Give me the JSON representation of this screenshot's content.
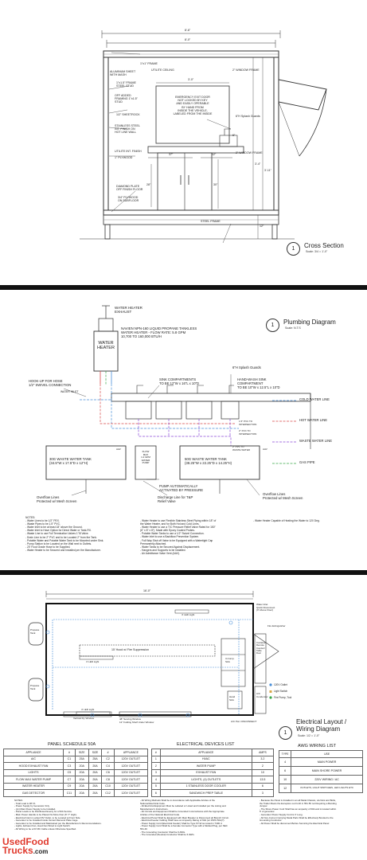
{
  "cross_section": {
    "title": "Cross Section",
    "number": "1",
    "scale": "Scale: 3/4 = 1'-0\"",
    "dims": {
      "overall": "8'-6\"",
      "inner": "8'-0\"",
      "interior": "3'-0\"",
      "d37": "37\"",
      "d12": "12\"",
      "d6": "6\"",
      "d28": "28\"",
      "d30": "30\"",
      "d34a": "3'-4\"",
      "d311": "3'-11\"",
      "d12b": "12\""
    },
    "labels": {
      "aluminum": "ALUMINUM SHEET\nWITH MASH",
      "frame1": "1\"x1\" FRAME",
      "ceiling": "UTILITE CEILING",
      "window1": "2\" WINDOW FRAME",
      "frame2": "1\"x1.5\" FRAME\nSTEEL STUD",
      "framing": "OFF ADDED\nFRAMING 1\"x1.5\"\nSTUD",
      "sheetrock": "1/2\" SHEETROCK",
      "stainless": "STAINLESS STEEL\nINT. FINISH ON\nHOT LINE WALL",
      "splash": "6\"H Splash Guards",
      "emergency": "EMERGENCY EXIT DOOR\nNOT LOCKED BY KEY\nAND EASILY OPERABLE\nBY HAND FROM\nINSIDE THE VEHICLE,\nLABELED FROM THE INSIDE",
      "utilite": "UTILITE INT. FINISH",
      "plywood": "1\" PLYWOOD",
      "window2": "2\" WINDOW FRAME",
      "diamond": "DIAMOND PLATE\nOFF FINISH FLOOR",
      "subfloor": "3/4\" PLYWOOD\nON SUBFLOOR",
      "steel": "STEEL FRAME"
    }
  },
  "plumbing": {
    "title": "Plumbing Diagram",
    "number": "1",
    "scale": "Scale: N.T.S",
    "heater_exhaust": "WATER HEATER\nEXHAUST",
    "heater_label": "WATER\nHEATER",
    "navien": "NAVIEN NPN-160 LIQUID PROPANE TANKLESS\nWATER HEATER - FLOW RATE: 5.8 GPM\n10,700 TO 160,000 BTU/H",
    "splash": "6\"H Splash Guards",
    "sink_comp": "SINK COMPARTMENTS\nTO BE 12\"W x 16\"L x 10\"D",
    "handwash": "HAND-WASH SINK\nCOMPARTMENT\nTO BE 10\"W x 12.5\"L x 10\"D",
    "hookup": "HOOK-UP FOR HOSE\n1/2\" SWIVEL CONNECTION",
    "water_inlet": "WATER INLET",
    "legend": [
      {
        "label": "COLD WATER LINE",
        "color": "#4a8fd8"
      },
      {
        "label": "HOT WATER LINE",
        "color": "#d84a4a"
      },
      {
        "label": "WASTE WATER LINE",
        "color": "#8a4ad8"
      },
      {
        "label": "GAS PIPE",
        "color": "#3aa84a"
      }
    ],
    "pvc1": "1.5\" PVC TO\nINTERSECTION",
    "pvc2": "2\" PVC TO\nINTERSECTION",
    "pvc3": "2\" PVC TO\nWASTE WATER",
    "waste30": "30G WASTE WATER TANK\n(34.5\"W x 17.5\"D x 12\"H)",
    "fresh": "FLOW\nMAX\n1.2 GPM\nWATER\nPUMP",
    "waste50": "50G WASTE WATER TANK\n(38.25\"W x 22.25\"D x 14.25\"H)",
    "pump": "PUMP AUTOMATICALLY\nACTIVATED BY PRESSURE",
    "discharge": "Discharge Line for T&P\nRelief Valve",
    "overflow_l": "Overflow Lines\nProtected w/ Mesh Screen",
    "overflow_r": "Overflow Lines\nProtected w/ Mesh Screen",
    "aav": "AAV",
    "notes_title": "NOTES:",
    "notes_col1": [
      "- Water Lines to be 1/2\" PEX.",
      "- Waste Pipes to be 1.5\" PVC.",
      "- Water Inlet to be at least 18\" above the Ground.",
      "- Water Inlet to Have Option for Direct Water or Tank-Fill.",
      "- Waste Line to use Full Termination Valves 1\"/8 Valve.",
      "- Drain Line to be 2\" PVC and to be Located 2\" from the Tank.",
      "- Potable Water and Potable Water Tank to be Mounted under Sink.",
      "- Pump Station to be Located on the Wall next to Outlets.",
      "- 20' Food Grade Hose to be Supplied.",
      "- Water Heater to be Secured and Installed per the Manufacturer."
    ],
    "notes_col2": [
      "- Water Heater to use Flexible Stainless Steel Piping within 18\" of",
      "  the Water Heater, and for Both Hot and Cold Lines.",
      "- Water Heater to use a T/C Pressure Relief Valve Rated for 150\"",
      "  (6\" x 8\" x 8\"). Made with Epoxy Coated Probes.",
      "- Potable Water Tanks to use a 1/2\" Swivel Connection.",
      "- Water Inlet to use a Backflow Prevention System.",
      "- Full Way Shut off Valve to be Equipped with a Watertight Cap",
      "  Permanently Attached.",
      "- Water Tanks to be Secured Against Displacement.",
      "- Hangers and Supports to be Installed.",
      "- Air Admittance Valve Vent (AAV)."
    ],
    "notes_col3": [
      "- Water Heater Capable of Heating the Water to 120 Deg."
    ]
  },
  "electrical": {
    "title": "Electrical Layout /\nWiring Diagram",
    "number": "1",
    "scale": "Scale: 1/2 = 1'-0\"",
    "dim_top": "16'-0\"",
    "hood": "15' Hood w/ Fire Suppression",
    "led1": "4' LED Light",
    "led2": "4' LED Light",
    "led3": "4' LED Light",
    "window": "Vertical Fly Window",
    "serving_window": "48\" Serving Window\n12\" Folding Shelf Under Window",
    "propane1": "Propane\nTank",
    "propane2": "Propane\nTank",
    "water_inlet": "Water Inlet\nQuick Disconnect\n(3' Above Floor)",
    "sink": "3-Comp.\nSink",
    "hand_sink": "Hand\nSink",
    "container": "Container\nRemote\nCounter/\nTable\nDoor",
    "fire_ext": "Fire Extinguisher",
    "ac": "A/C\nCondenser",
    "disconnect": "A/C Pwr. DISCONNECT",
    "legend_outlet": "120V Outlet",
    "legend_switch": "Light Switch",
    "legend_pump": "Fire Pump, Tool",
    "panel_title": "PANEL SCHEDULE 50A",
    "panel_headers": [
      "APPLIANCE",
      "#",
      "SIZE",
      "SIZE",
      "#",
      "APPLIANCE"
    ],
    "panel_rows": [
      [
        "A/C",
        "C1",
        "25A",
        "25A",
        "C2",
        "120V OUTLET"
      ],
      [
        "HOOD EXHAUST FAN",
        "C3",
        "20A",
        "20A",
        "C4",
        "120V OUTLET"
      ],
      [
        "LIGHTS",
        "C5",
        "20A",
        "20A",
        "C6",
        "120V OUTLET"
      ],
      [
        "FLOW MAX WATER PUMP",
        "C7",
        "20A",
        "20A",
        "C8",
        "120V OUTLET"
      ],
      [
        "WATER HEATER",
        "C9",
        "20A",
        "20A",
        "C10",
        "120V OUTLET"
      ],
      [
        "GAS DETECTOR",
        "C11",
        "20A",
        "20A",
        "C12",
        "120V OUTLET"
      ]
    ],
    "devices_title": "ELECTRICAL DEVICES LIST",
    "devices_headers": [
      "#",
      "APPLIANCE",
      "AMPS"
    ],
    "devices_rows": [
      [
        "1",
        "HVAC",
        "3.2"
      ],
      [
        "2",
        "WATER PUMP",
        "2"
      ],
      [
        "3",
        "EXHAUST FAN",
        "10"
      ],
      [
        "4",
        "LIGHTS, (4) OUTLETS",
        "13.5"
      ],
      [
        "5",
        "1 STAINLESS DOOR COOLER",
        "6"
      ],
      [
        "6",
        "SANDWICH PREP TABLE",
        "3"
      ]
    ],
    "awg_title": "AWG WIRING LIST",
    "awg_headers": [
      "TYPE",
      "USE"
    ],
    "awg_rows": [
      [
        "4",
        "MAIN POWER"
      ],
      [
        "6",
        "MAIN SHORE POWER"
      ],
      [
        "10",
        "220V WIRING / AC"
      ],
      [
        "12",
        "OUTLETS, LIGHT SWITCHES, LED LIGHTS ETC"
      ]
    ],
    "notes_title": "NOTES:",
    "notes_col1": [
      "- Total Load is 38.7A",
      "- Power Supply by Generator Only",
      "- (x1) Main Power Supply to be Installed.",
      "- Panel Loads to be Distributed Evenly for a 50A Service.",
      "- Main Power Handle to be Placed No More than (6\"-7\" High).",
      "- Electrical Inlet is Locked RV Outlet, to be Located at Front Side.",
      "- Generator to be Installed Inside Vented Diamond Plate Cage.",
      "- Generator to be Installed and Maintained per the Manufacturer's Recommendations.",
      "- Lights, Exhaust Fan, Hood Fan Wired to Light Switch.",
      "- All Wiring to be a 6V MC Cable unless Otherwise Specified."
    ],
    "notes_col2": [
      "- All Wiring Methods Shall be in Accordance with Applicable Articles of the",
      "  National Electrical Code.",
      "- All Electrical Equipment Must be Labeled or Listed and Installed per the Listing and",
      "  Manufacturer's Instructions.",
      "- All Circuits and Equipment Shall be Grounded in Accordance with the Appropriate",
      "  Articles of the National Electrical Code.",
      "- Electrical Panel Shall be Equipped with Main Breaker to Disconnect all Branch Circuit.",
      "- Electrical Feeder Cabling Shall have an Ampacity Rating of 60A (w/ 150% 50A(?).",
      "- Power Supply Cord (Electrical Feeder) Shall be Type ST-W as Listed in T400.4.",
      "- Power Supply Cord Shall be a Female Connector Type with a Molded Plug, per NEC",
      "  551.46",
      "- The Grounding Conductor Shall be 6 AWG.",
      "- The Grounded (Neutral) Conductor Shall be 6 AWG."
    ],
    "notes_col3": [
      "- Because the Panel is Installed in an all Metal Chassis, via Nuts and Bolts,",
      "  the Trailer Meets the Exception out Forth in 551.56 not Requiring a Bonding",
      "  Jumper.",
      "- The Shore Power Cord Shall has an ampacity of 60A and is located within",
      "  5' of generator.",
      "- Generator Power Supply Cord is 3' Long.",
      "- All Non-Current Carrying Metal Parts Shall be Effectively Bonded to the",
      "  Grounding Conductor.",
      "- All Power Shall be disconnect Before Servicing the Electrical Panel"
    ]
  },
  "watermark": {
    "line1": "UsedFood",
    "line2": "Trucks",
    "suffix": ".com"
  }
}
